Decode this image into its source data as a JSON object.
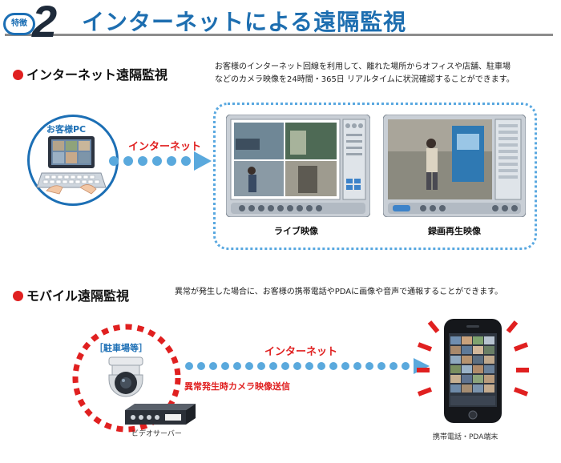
{
  "header": {
    "badge": "特徴",
    "number": "2",
    "title": "インターネットによる遠隔監視"
  },
  "internet_section": {
    "title": "インターネット遠隔監視",
    "description_lines": [
      "お客様のインターネット回線を利用して、離れた場所からオフィスや店舗、駐車場",
      "などのカメラ映像を24時間・365日 リアルタイムに状況確認することができます。"
    ],
    "pc_label": "お客様PC",
    "network_label": "インターネット",
    "caption_live": "ライブ映像",
    "caption_playback": "録画再生映像"
  },
  "mobile_section": {
    "title": "モバイル遠隔監視",
    "description": "異常が発生した場合に、お客様の携帯電話やPDAに画像や音声で通報することができます。",
    "location_label": "［駐車場等］",
    "network_label": "インターネット",
    "alert_label": "異常発生時カメラ映像送信",
    "server_label": "ビデオサーバー",
    "device_label": "携帯電話・PDA端末"
  },
  "colors": {
    "accent_blue": "#1c6fb5",
    "light_blue": "#59a8e0",
    "alert_red": "#e02020",
    "dot_blue": "#5aa9dd"
  }
}
